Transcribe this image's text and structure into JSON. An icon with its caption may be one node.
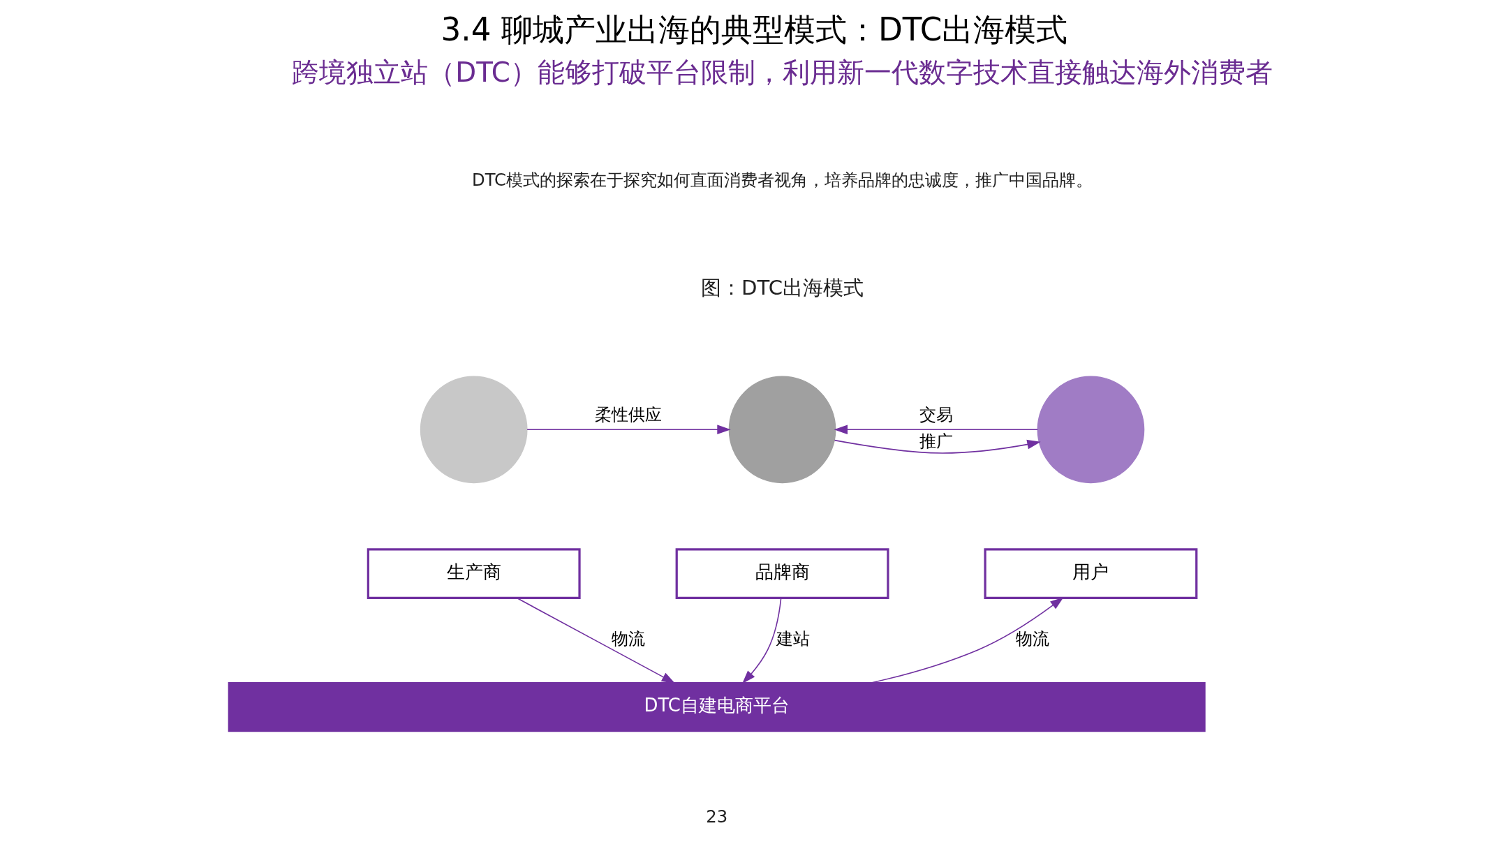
{
  "diagram": {
    "title": "3.4 聊城产业出海的典型模式：DTC出海模式",
    "nodes": [
      {
        "text": [],
        "shape": "person"
      },
      {
        "text": [],
        "shape": "person"
      },
      {
        "text": [],
        "shape": "person"
      },
      {
        "text": [
          "生产商"
        ]
      },
      {
        "text": [
          "品牌商"
        ]
      },
      {
        "text": [
          "用户"
        ]
      },
      {
        "text": [
          "DTC自建电商平台"
        ]
      }
    ],
    "edges": [
      {
        "from": 0,
        "to": 1,
        "arrow": "to",
        "label": "柔性供应"
      },
      {
        "from": 2,
        "to": 1,
        "arrow": "to",
        "label": "交易"
      },
      {
        "from": 1,
        "to": 2,
        "arrow": "to",
        "label": "推广"
      },
      {
        "from": 3,
        "to": 6,
        "arrow": "to",
        "label": "物流"
      },
      {
        "from": 4,
        "to": 6,
        "arrow": "to",
        "label": "建站"
      },
      {
        "from": 6,
        "to": 5,
        "arrow": "to",
        "label": "物流"
      }
    ],
    "labels": [
      "跨境独立站（DTC）能够打破平台限制，利用新一代数字技术直接触达海外消费者",
      "DTC模式的探索在于探究如何直面消费者视角，培养品牌的忠诚度，推广中国品牌。",
      "图：DTC出海模式",
      "23"
    ]
  }
}
